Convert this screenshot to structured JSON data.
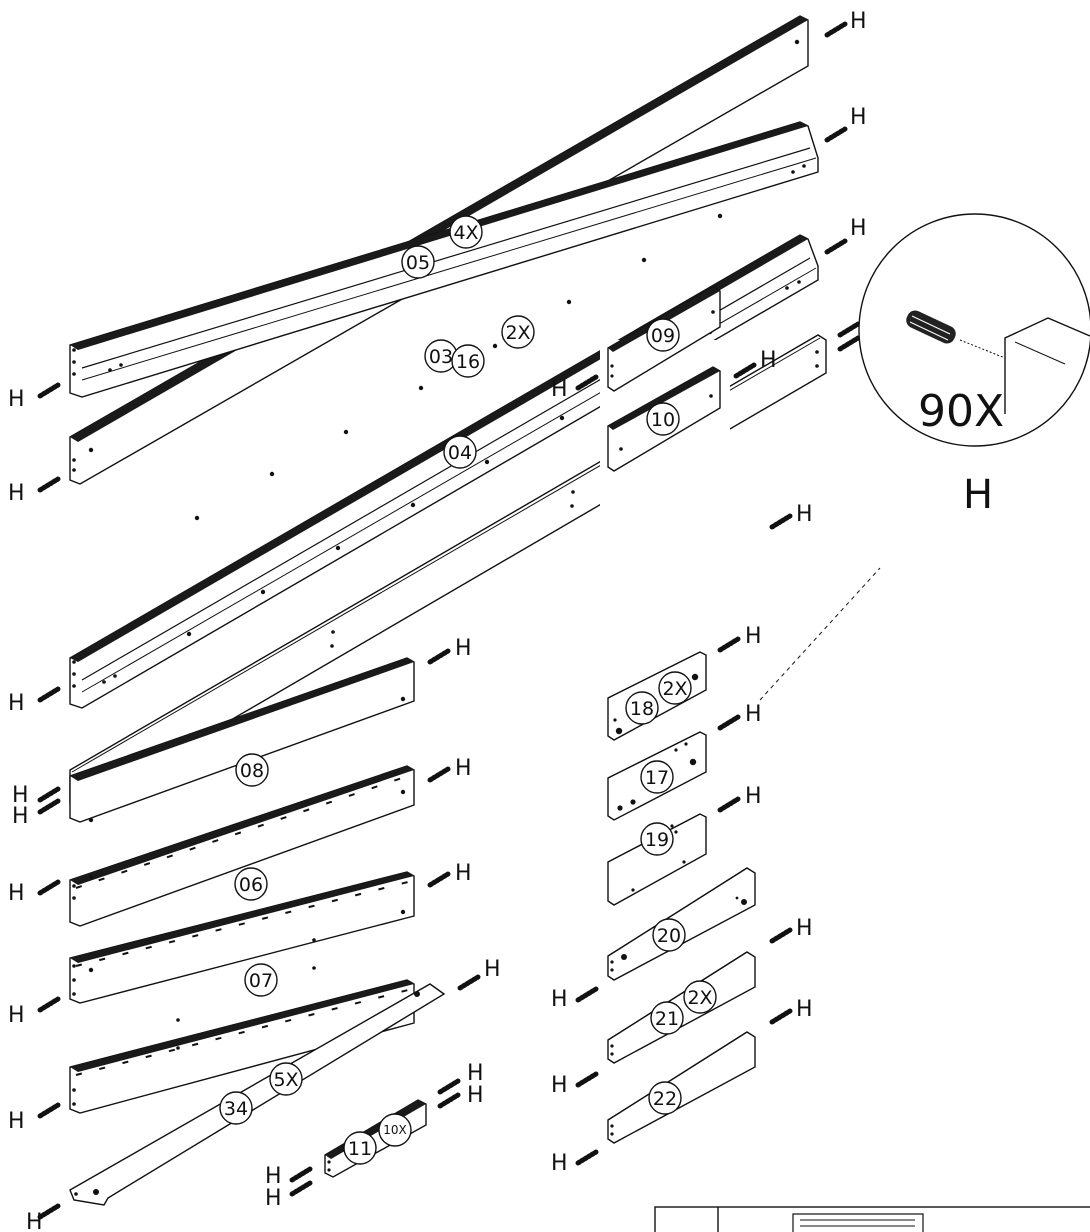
{
  "detail": {
    "quantity": "90X",
    "part": "H"
  },
  "dowel_label": "H",
  "parts": [
    {
      "id": "05",
      "qty": "4X"
    },
    {
      "id": "03",
      "qty": ""
    },
    {
      "id": "04",
      "qty": ""
    },
    {
      "id": "16",
      "qty": "2X"
    },
    {
      "id": "09",
      "qty": ""
    },
    {
      "id": "10",
      "qty": ""
    },
    {
      "id": "18",
      "qty": "2X"
    },
    {
      "id": "17",
      "qty": ""
    },
    {
      "id": "19",
      "qty": ""
    },
    {
      "id": "20",
      "qty": ""
    },
    {
      "id": "21",
      "qty": "2X"
    },
    {
      "id": "22",
      "qty": ""
    },
    {
      "id": "08",
      "qty": ""
    },
    {
      "id": "06",
      "qty": ""
    },
    {
      "id": "07",
      "qty": ""
    },
    {
      "id": "34",
      "qty": "5X"
    },
    {
      "id": "11",
      "qty": "10X"
    }
  ]
}
